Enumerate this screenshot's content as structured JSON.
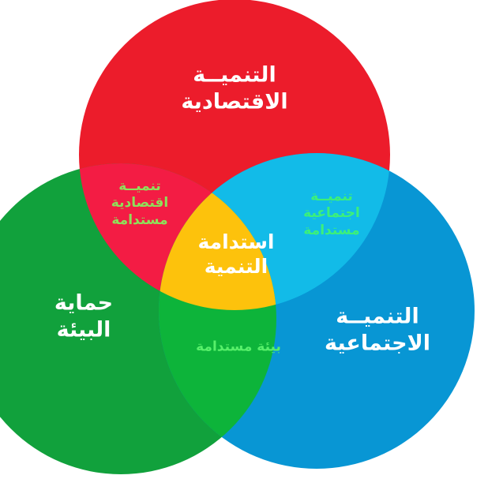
{
  "diagram": {
    "type": "venn",
    "colors": {
      "economic": "#ec1c2b",
      "environment": "#11a13c",
      "social": "#0896d4",
      "economic_environment": "#f31c44",
      "economic_social": "#12bbe8",
      "environment_social": "#0db43a",
      "center": "#fdc20c",
      "overlap_text_red": "#8ee05a",
      "overlap_text_blue": "#3cf07a",
      "overlap_text_green": "#57f06a"
    },
    "circles": {
      "economic": {
        "line1": "التنميــة",
        "line2": "الاقتصادية"
      },
      "environment": {
        "line1": "حماية",
        "line2": "البيئة"
      },
      "social": {
        "line1": "التنميــة",
        "line2": "الاجتماعية"
      }
    },
    "overlaps": {
      "economic_environment": {
        "line1": "تنميــة",
        "line2": "اقتصادية",
        "line3": "مستدامة"
      },
      "economic_social": {
        "line1": "تنميــة",
        "line2": "اجتماعية",
        "line3": "مستدامة"
      },
      "environment_social": {
        "line1": "بيئة مستدامة"
      },
      "center": {
        "line1": "استدامة",
        "line2": "التنمية"
      }
    }
  }
}
